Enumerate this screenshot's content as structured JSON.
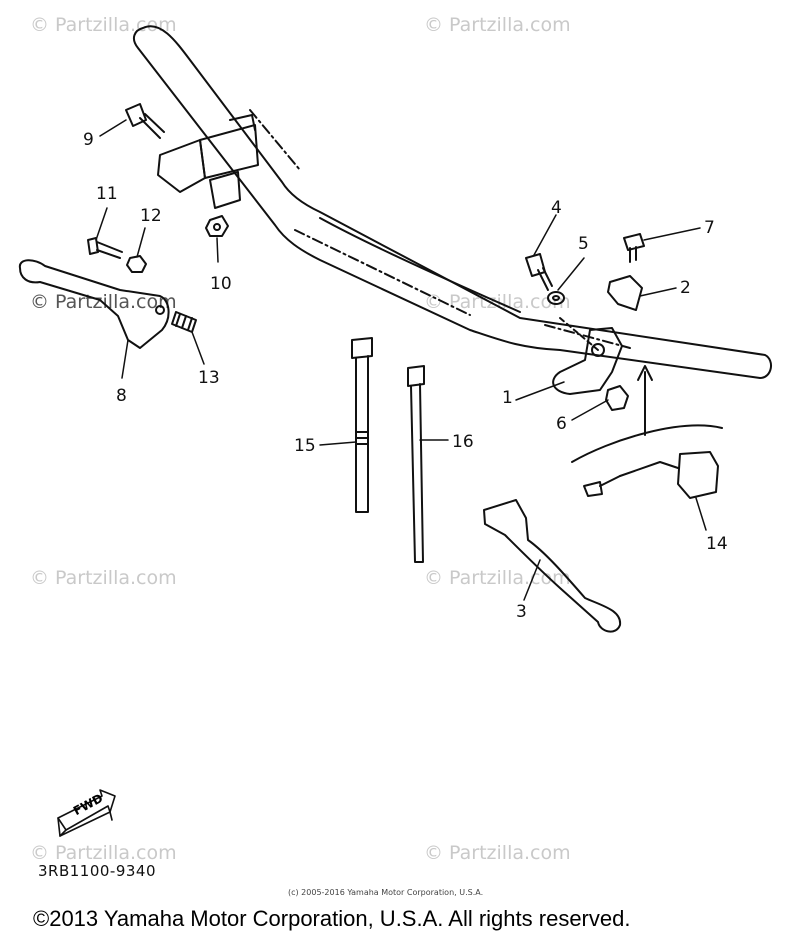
{
  "watermark": {
    "text": "© Partzilla.com"
  },
  "callouts": {
    "n1": "1",
    "n2": "2",
    "n3": "3",
    "n4": "4",
    "n5": "5",
    "n6": "6",
    "n7": "7",
    "n8": "8",
    "n9": "9",
    "n10": "10",
    "n11": "11",
    "n12": "12",
    "n13": "13",
    "n14": "14",
    "n15": "15",
    "n16": "16"
  },
  "fwd_label": "FWD",
  "diagram_code": "3RB1100-9340",
  "small_copyright": "(c) 2005-2016 Yamaha Motor Corporation, U.S.A.",
  "copyright": "©2013 Yamaha Motor Corporation, U.S.A. All rights reserved.",
  "colors": {
    "ink": "#111111",
    "watermark": "#c9c9c9",
    "background": "#ffffff"
  }
}
